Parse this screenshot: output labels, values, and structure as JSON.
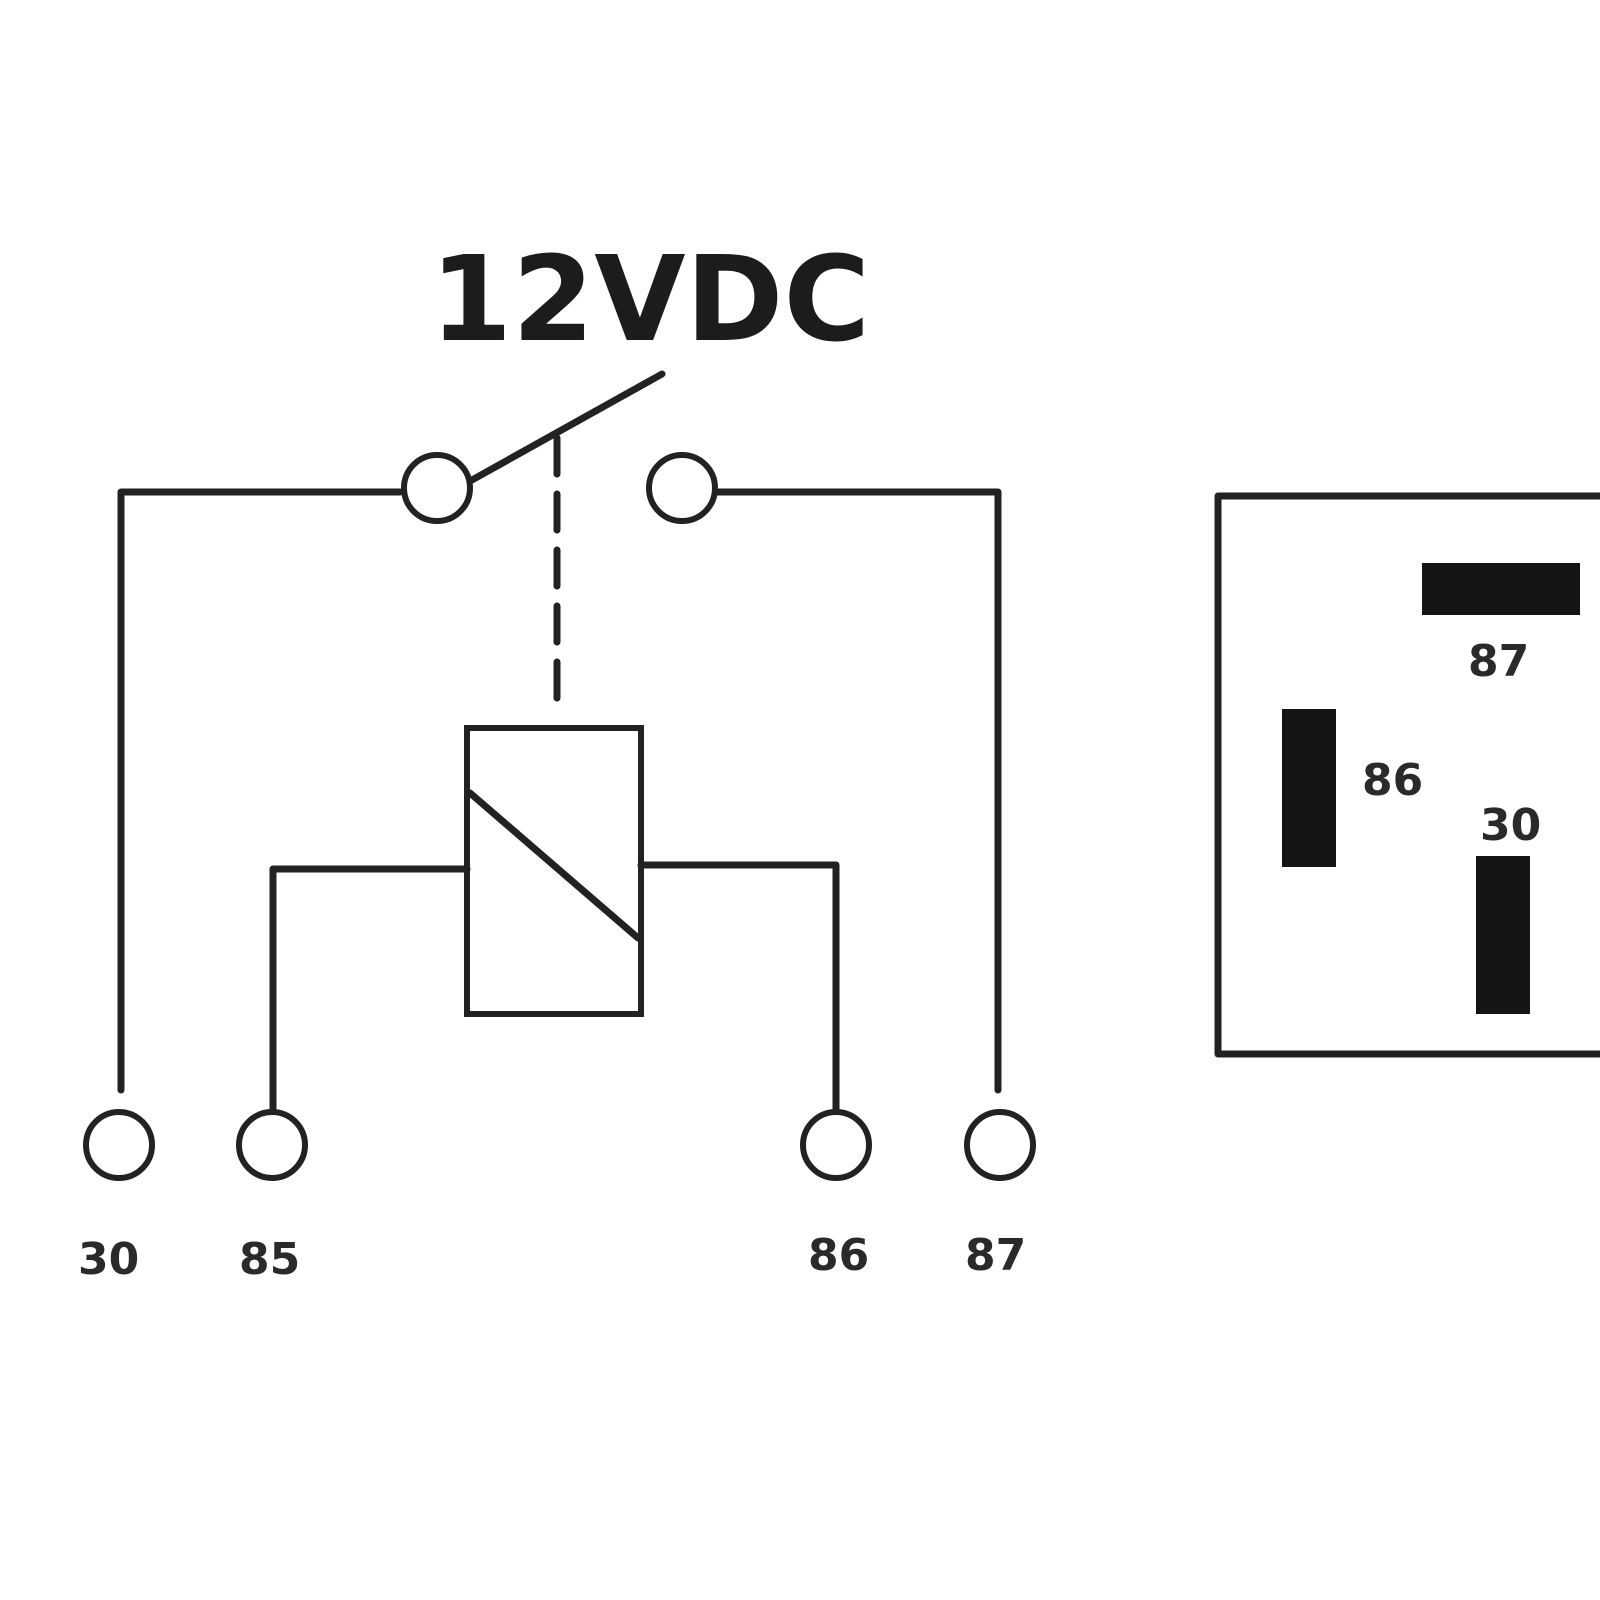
{
  "schematic": {
    "voltage_label": "12VDC",
    "terminals": [
      {
        "id": "30",
        "label": "30"
      },
      {
        "id": "85",
        "label": "85"
      },
      {
        "id": "86",
        "label": "86"
      },
      {
        "id": "87",
        "label": "87"
      }
    ]
  },
  "pinout": {
    "pins": [
      {
        "id": "87",
        "label": "87"
      },
      {
        "id": "86",
        "label": "86"
      },
      {
        "id": "30",
        "label": "30"
      }
    ]
  },
  "colors": {
    "line": "#222222",
    "pin_fill": "#141414",
    "background": "#ffffff"
  }
}
